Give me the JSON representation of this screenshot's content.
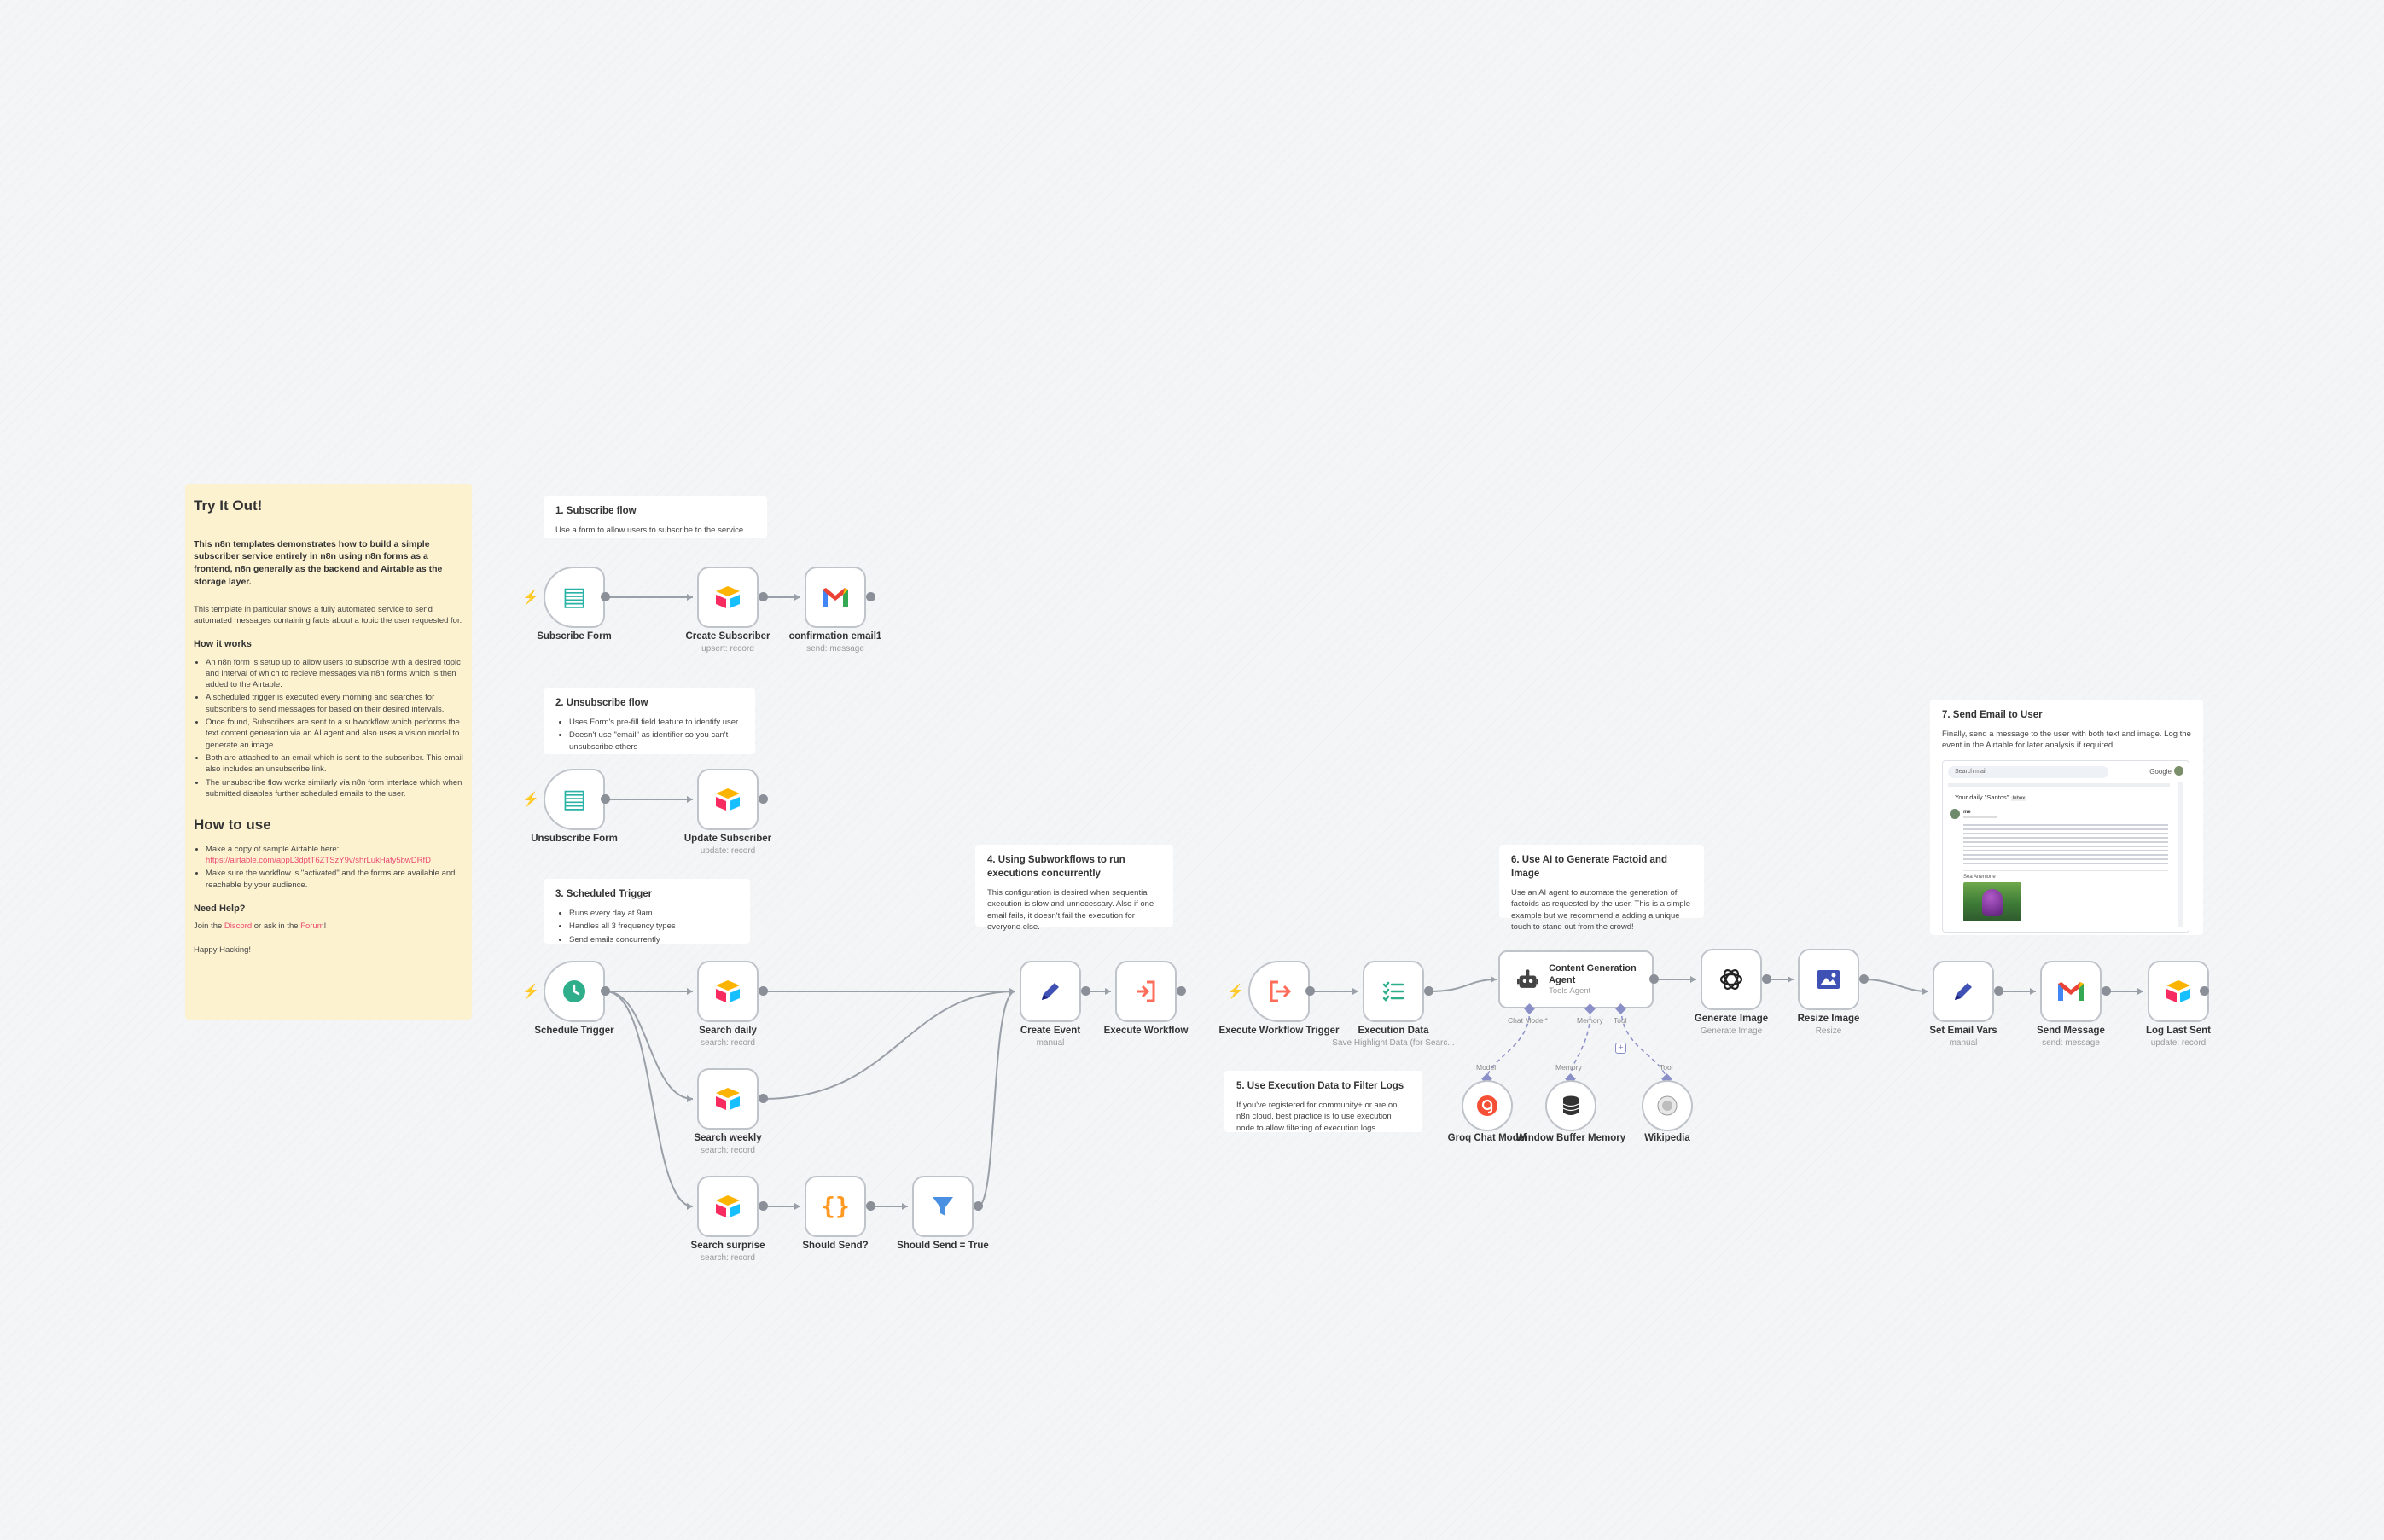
{
  "notes": {
    "tryit": {
      "title": "Try It Out!",
      "intro": "This n8n templates demonstrates how to build a simple subscriber service entirely in n8n using n8n forms as a frontend, n8n generally as the backend and Airtable as the storage layer.",
      "desc": "This template in particular shows a fully automated service to send automated messages containing facts about a topic the user requested for.",
      "how_works_title": "How it works",
      "how_works": [
        "An n8n form is setup up to allow users to subscribe with a desired topic and interval of which to recieve messages via n8n forms which is then added to the Airtable.",
        "A scheduled trigger is executed every morning and searches for subscribers to send messages for based on their desired intervals.",
        "Once found, Subscribers are sent to a subworkflow which performs the text content generation via an AI agent and also uses a vision model to generate an image.",
        "Both are attached to an email which is sent to the subscriber. This email also includes an unsubscribe link.",
        "The unsubscribe flow works similarly via n8n form interface which when submitted disables further scheduled emails to the user."
      ],
      "how_use_title": "How to use",
      "how_use_1": "Make a copy of sample Airtable here:",
      "how_use_link": "https://airtable.com/appL3dptT6ZTSzY9v/shrLukHafy5bwDRfD",
      "how_use_2": "Make sure the workflow is \"activated\" and the forms are available and reachable by your audience.",
      "need_help_title": "Need Help?",
      "need_help_pre": "Join the ",
      "discord": "Discord",
      "need_help_mid": " or ask in the ",
      "forum": "Forum",
      "need_help_post": "!",
      "happy": "Happy Hacking!"
    },
    "n1": {
      "title": "1. Subscribe flow",
      "text": "Use a form to allow users to subscribe to the service."
    },
    "n2": {
      "title": "2. Unsubscribe flow",
      "items": [
        "Uses Form's pre-fill field feature to identify user",
        "Doesn't use \"email\" as identifier so you can't unsubscribe others"
      ]
    },
    "n3": {
      "title": "3. Scheduled Trigger",
      "items": [
        "Runs every day at 9am",
        "Handles all 3 frequency types",
        "Send emails concurrently"
      ]
    },
    "n4": {
      "title": "4. Using Subworkflows to run executions concurrently",
      "text": "This configuration is desired when sequential execution is slow and unnecessary. Also if one email fails, it doesn't fail the execution for everyone else."
    },
    "n5": {
      "title": "5. Use Execution Data to Filter Logs",
      "text": "If you've registered for community+ or are on n8n cloud, best practice is to use execution node to allow filtering of execution logs."
    },
    "n6": {
      "title": "6. Use AI to Generate Factoid and Image",
      "text": "Use an AI agent to automate the generation of factoids as requested by the user. This is a simple example but we recommend a adding a unique touch to stand out from the crowd!"
    },
    "n7": {
      "title": "7. Send Email to User",
      "text": "Finally, send a message to the user with both text and image. Log the event in the Airtable for later analysis if required."
    }
  },
  "email_preview": {
    "search": "Search mail",
    "brand": "Google",
    "subject": "Your daily \"Santos\"",
    "inbox": "Inbox",
    "sender": "me",
    "footer_label": "Sea Anemone"
  },
  "nodes": {
    "subscribe_form": {
      "label": "Subscribe Form",
      "sub": ""
    },
    "create_subscriber": {
      "label": "Create Subscriber",
      "sub": "upsert: record"
    },
    "confirmation_email": {
      "label": "confirmation email1",
      "sub": "send: message"
    },
    "unsubscribe_form": {
      "label": "Unsubscribe Form",
      "sub": ""
    },
    "update_subscriber": {
      "label": "Update Subscriber",
      "sub": "update: record"
    },
    "schedule_trigger": {
      "label": "Schedule Trigger",
      "sub": ""
    },
    "search_daily": {
      "label": "Search daily",
      "sub": "search: record"
    },
    "search_weekly": {
      "label": "Search weekly",
      "sub": "search: record"
    },
    "search_surprise": {
      "label": "Search surprise",
      "sub": "search: record"
    },
    "should_send": {
      "label": "Should Send?",
      "sub": ""
    },
    "should_send_true": {
      "label": "Should Send = True",
      "sub": ""
    },
    "create_event": {
      "label": "Create Event",
      "sub": "manual"
    },
    "execute_workflow": {
      "label": "Execute Workflow",
      "sub": ""
    },
    "exec_wf_trigger": {
      "label": "Execute Workflow Trigger",
      "sub": ""
    },
    "execution_data": {
      "label": "Execution Data",
      "sub": "Save Highlight Data (for Searc..."
    },
    "content_agent": {
      "label": "Content Generation Agent",
      "sub": "Tools Agent"
    },
    "generate_image": {
      "label": "Generate Image",
      "sub": "Generate Image"
    },
    "resize_image": {
      "label": "Resize Image",
      "sub": "Resize"
    },
    "set_email_vars": {
      "label": "Set Email Vars",
      "sub": "manual"
    },
    "send_message": {
      "label": "Send Message",
      "sub": "send: message"
    },
    "log_last_sent": {
      "label": "Log Last Sent",
      "sub": "update: record"
    },
    "groq": {
      "label": "Groq Chat Model",
      "sub": ""
    },
    "memory": {
      "label": "Window Buffer Memory",
      "sub": ""
    },
    "wikipedia": {
      "label": "Wikipedia",
      "sub": ""
    }
  },
  "agent_ports": {
    "model": "Chat Model*",
    "memory": "Memory",
    "tool": "Tool"
  },
  "sub_ports": {
    "model": "Model",
    "memory": "Memory",
    "tool": "Tool"
  },
  "icons": {
    "form": "form-icon",
    "airtable": "airtable-icon",
    "gmail": "gmail-icon",
    "clock": "clock-icon",
    "code": "code-braces-icon",
    "filter": "filter-icon",
    "pencil": "pencil-icon",
    "execute": "execute-workflow-icon",
    "trigger": "workflow-trigger-icon",
    "checklist": "execution-data-icon",
    "robot": "robot-icon",
    "openai": "openai-icon",
    "image": "image-icon",
    "groq": "groq-icon",
    "database": "database-icon",
    "wiki": "wikipedia-icon"
  },
  "colors": {
    "canvas": "#f4f5f7",
    "sticky_yellow": "#fdf2d0",
    "accent": "#ff6d5a",
    "port": "#8a8f98",
    "edge": "#9aa0a8",
    "ai_port": "#8a8fc7"
  }
}
